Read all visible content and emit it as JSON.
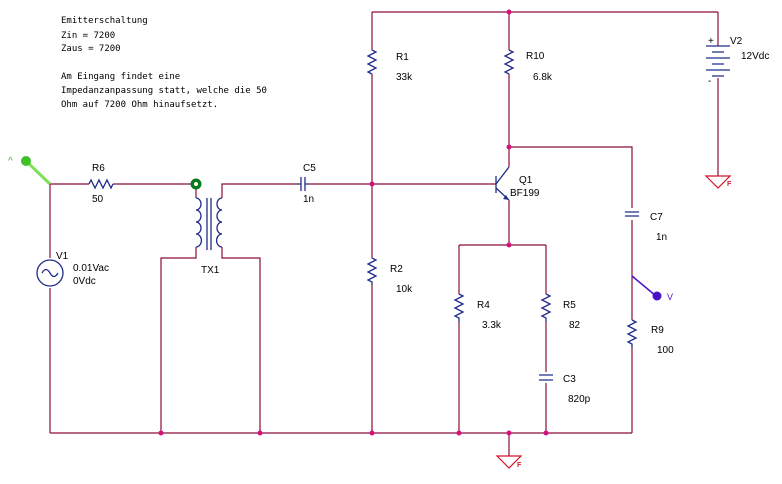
{
  "notes": {
    "line1": "Emitterschaltung",
    "line2": "Zin = 7200",
    "line3": "Zaus = 7200",
    "line4": "Am Eingang findet eine",
    "line5": "Impedanzanpassung statt, welche die 50",
    "line6": "Ohm auf 7200 Ohm hinaufsetzt."
  },
  "components": {
    "R1": {
      "name": "R1",
      "value": "33k"
    },
    "R10": {
      "name": "R10",
      "value": "6.8k"
    },
    "R2": {
      "name": "R2",
      "value": "10k"
    },
    "R4": {
      "name": "R4",
      "value": "3.3k"
    },
    "R5": {
      "name": "R5",
      "value": "82"
    },
    "R6": {
      "name": "R6",
      "value": "50"
    },
    "R9": {
      "name": "R9",
      "value": "100"
    },
    "C5": {
      "name": "C5",
      "value": "1n"
    },
    "C7": {
      "name": "C7",
      "value": "1n"
    },
    "C3": {
      "name": "C3",
      "value": "820p"
    },
    "Q1": {
      "name": "Q1",
      "value": "BF199"
    },
    "V1": {
      "name": "V1",
      "value1": "0.01Vac",
      "value2": "0Vdc"
    },
    "V2": {
      "name": "V2",
      "value": "12Vdc"
    },
    "TX1": {
      "name": "TX1"
    }
  },
  "markers": {
    "probe_v": "V",
    "probe_in": "^",
    "ground_label": "F",
    "plus": "+",
    "minus": "-"
  },
  "colors": {
    "wire": "#8a0f3a",
    "component": "#1f2d8a",
    "ground": "#d4152b",
    "junction": "#d4127c",
    "probe_in": "#5fcf3a",
    "probe_v": "#4a12c8",
    "tx_marker": "#0a7a1a"
  }
}
